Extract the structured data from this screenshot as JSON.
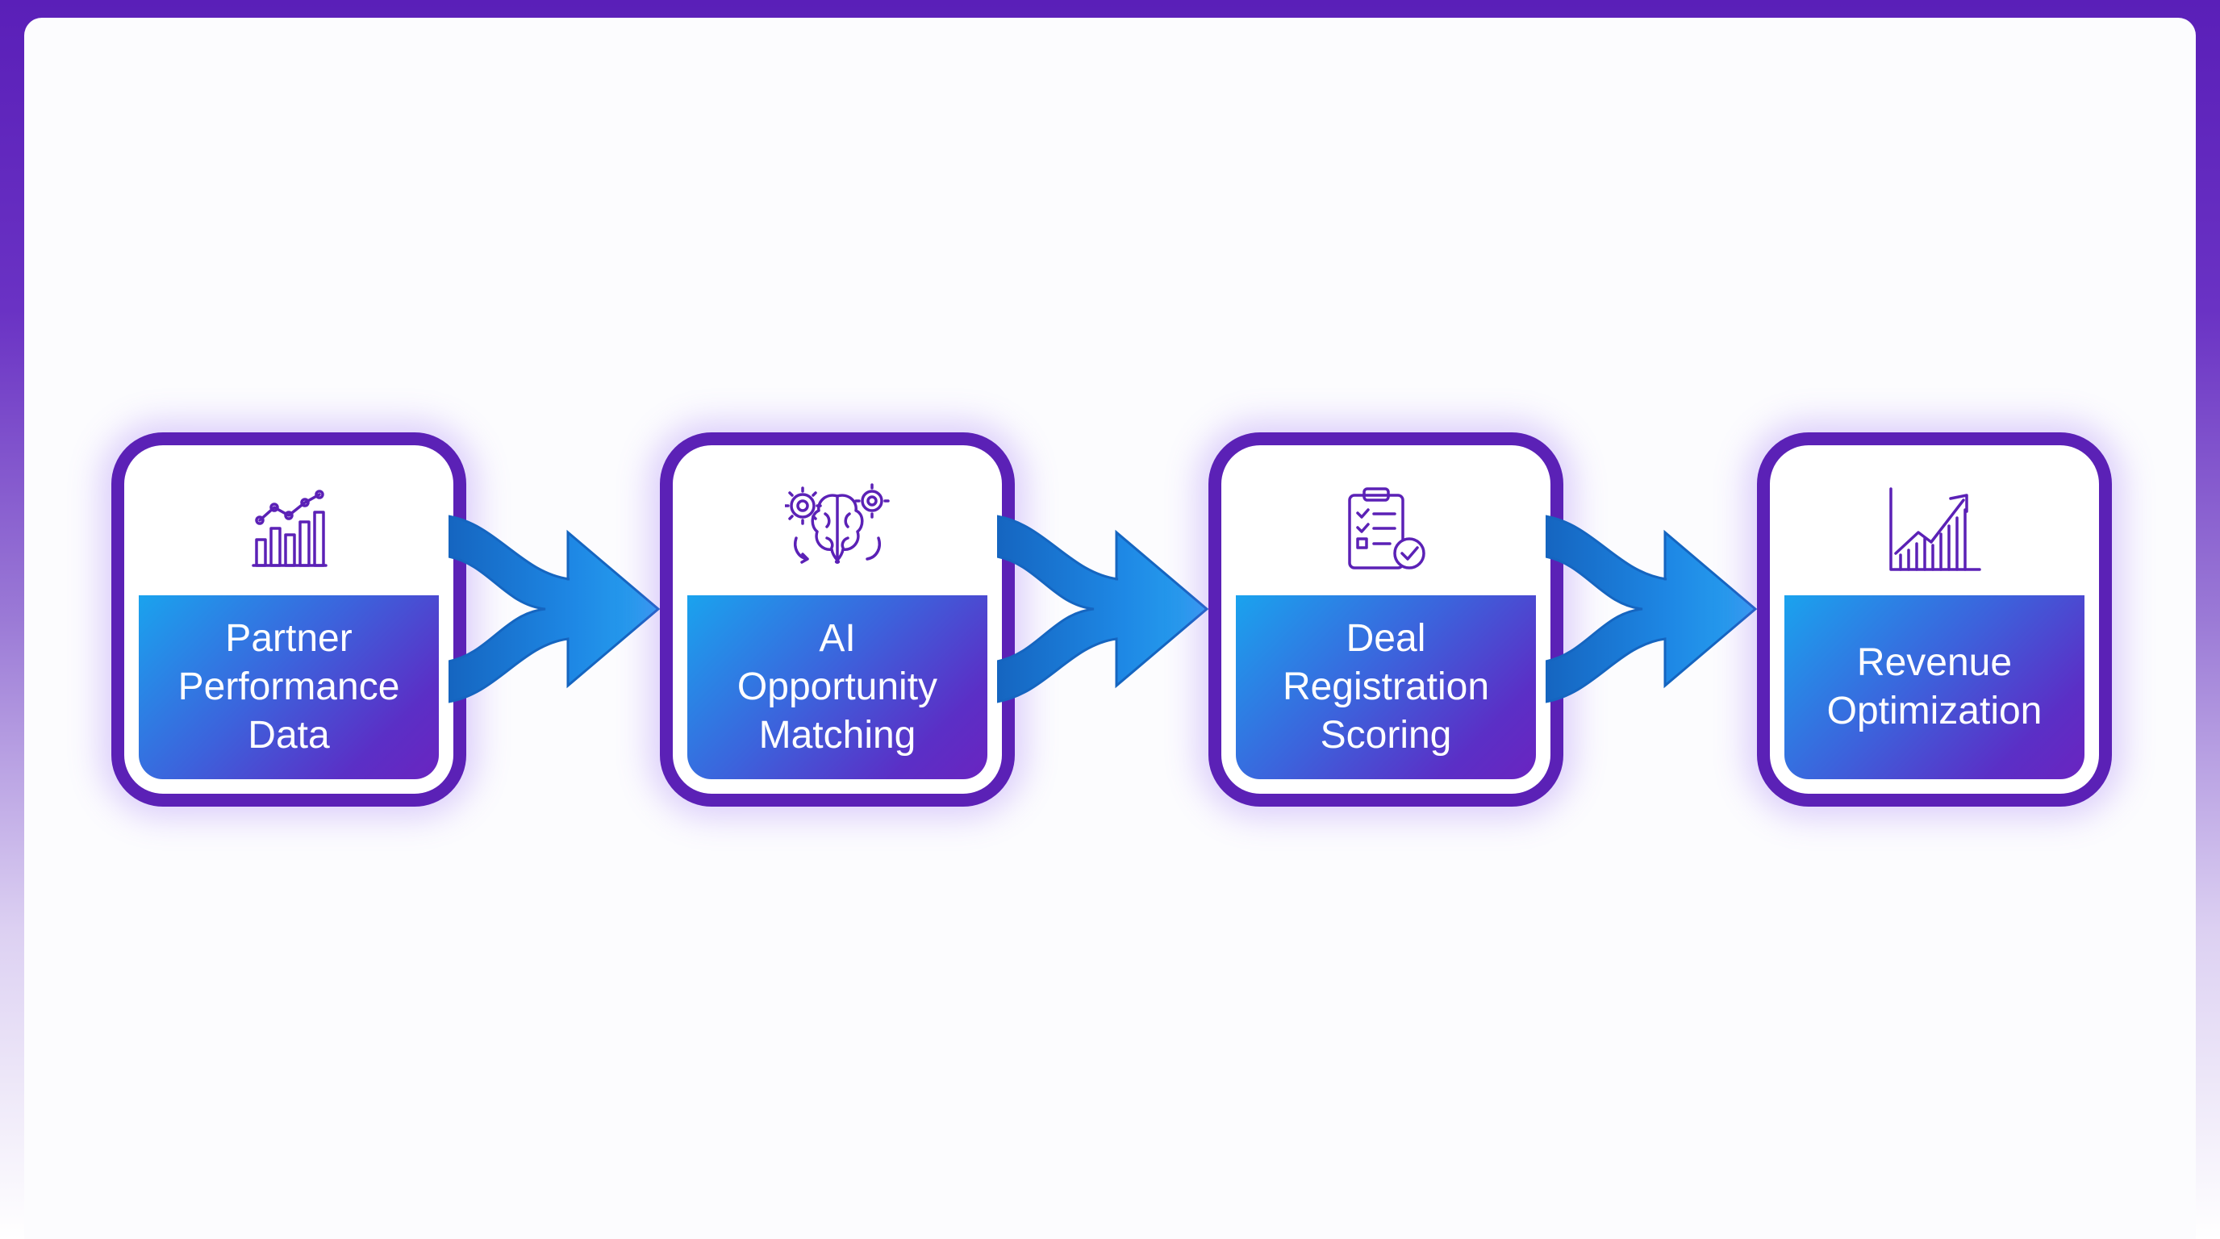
{
  "steps": [
    {
      "label": "Partner\nPerformance\nData",
      "icon": "bar-chart-trend-icon"
    },
    {
      "label": "AI\nOpportunity\nMatching",
      "icon": "brain-gears-icon"
    },
    {
      "label": "Deal\nRegistration\nScoring",
      "icon": "checklist-clipboard-icon"
    },
    {
      "label": "Revenue\nOptimization",
      "icon": "growth-chart-arrow-icon"
    }
  ],
  "colors": {
    "card_border": "#5b21b6",
    "label_gradient_start": "#1aa3ee",
    "label_gradient_end": "#6a24c0",
    "arrow": "#1e88e5",
    "frame": "#5a1fb8"
  }
}
